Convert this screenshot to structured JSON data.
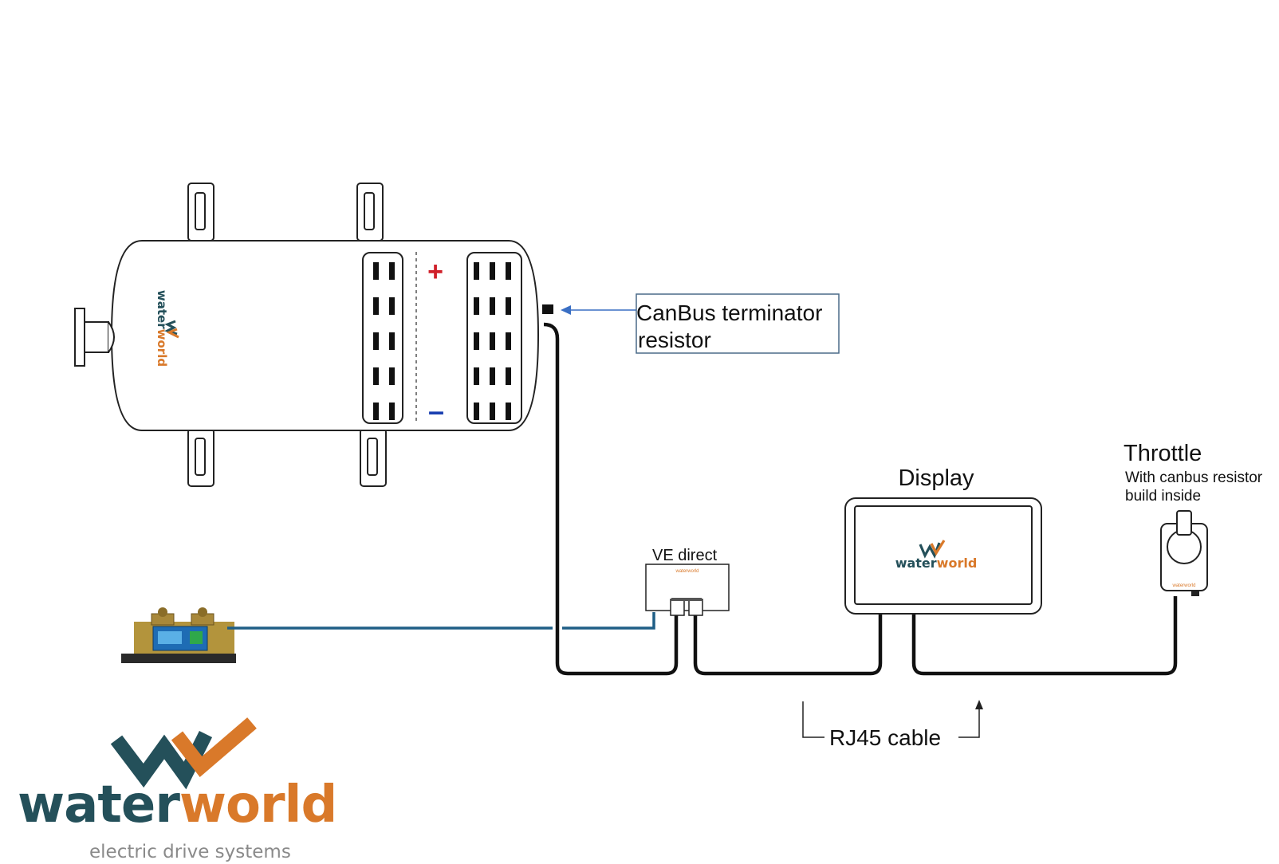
{
  "labels": {
    "canbus_terminator": [
      "CanBus terminator",
      "resistor"
    ],
    "display": "Display",
    "throttle": "Throttle",
    "throttle_note": [
      "With canbus resistor",
      "build inside"
    ],
    "ve_direct": "VE direct",
    "rj45_cable": "RJ45 cable",
    "plus": "+",
    "minus": "–"
  },
  "brand": {
    "name_part1": "water",
    "name_part2": "world",
    "tagline": "electric drive systems",
    "small_logo_text": "waterworld"
  },
  "colors": {
    "brand_dark": "#24505a",
    "brand_orange": "#d9792a",
    "ve_cable": "#1f5e86",
    "plus_red": "#d0202a",
    "minus_blue": "#1a3fb0",
    "arrow_blue": "#3a6fc4",
    "label_box_border": "#4a6a88"
  }
}
